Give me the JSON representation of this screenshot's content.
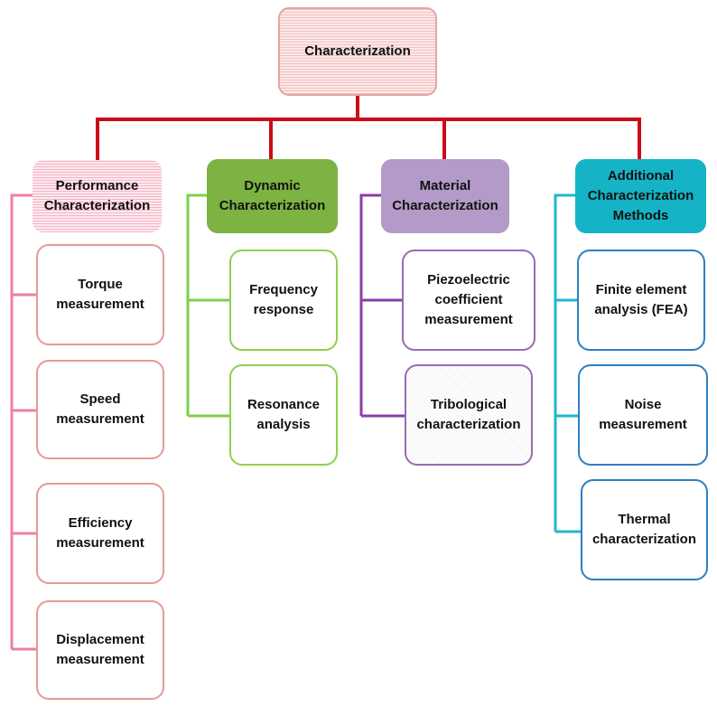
{
  "root": {
    "label": "Characterization"
  },
  "colors": {
    "trunk": "#cc0a1a",
    "performance": "#f07fa0",
    "dynamic": "#7dd04a",
    "material": "#8a3ea6",
    "additional": "#1cb8cf"
  },
  "categories": [
    {
      "label": "Performance Characterization",
      "items": [
        "Torque measurement",
        "Speed measurement",
        "Efficiency measurement",
        "Displacement measurement"
      ]
    },
    {
      "label": "Dynamic Characterization",
      "items": [
        "Frequency response",
        "Resonance analysis"
      ]
    },
    {
      "label": "Material Characterization",
      "items": [
        "Piezoelectric coefficient measurement",
        "Tribological characterization"
      ]
    },
    {
      "label": "Additional Characterization Methods",
      "items": [
        "Finite element analysis (FEA)",
        "Noise measurement",
        "Thermal characterization"
      ]
    }
  ]
}
